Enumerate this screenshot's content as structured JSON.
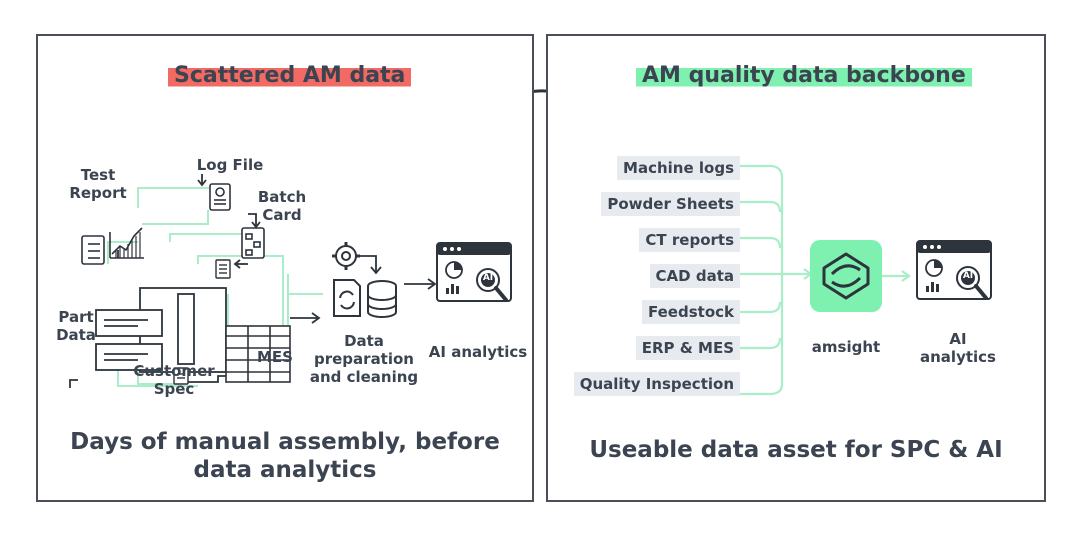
{
  "left": {
    "title": "Scattered AM data",
    "labels": {
      "test_report": "Test\nReport",
      "log_file": "Log File",
      "batch_card": "Batch\nCard",
      "part_data": "Part\nData",
      "customer_spec": "Customer\nSpec",
      "mes": "MES",
      "data_prep": "Data\npreparation\nand cleaning",
      "ai_analytics": "AI analytics"
    },
    "caption": "Days of manual assembly, before\ndata analytics"
  },
  "right": {
    "title": "AM quality data backbone",
    "sources": [
      "Machine logs",
      "Powder Sheets",
      "CT reports",
      "CAD data",
      "Feedstock",
      "ERP & MES",
      "Quality Inspection"
    ],
    "hub_label": "amsight",
    "ai_label": "AI\nanalytics",
    "caption": "Useable data asset for SPC & AI"
  },
  "icons": {
    "ai_badge": "AI"
  },
  "colors": {
    "ink": "#3b4450",
    "red_highlight": "#f26a64",
    "green_highlight": "#7ef0b0",
    "connector_green": "#a9eec9",
    "hub_green": "#7ef0b0",
    "tag_background": "#e7ebef"
  }
}
